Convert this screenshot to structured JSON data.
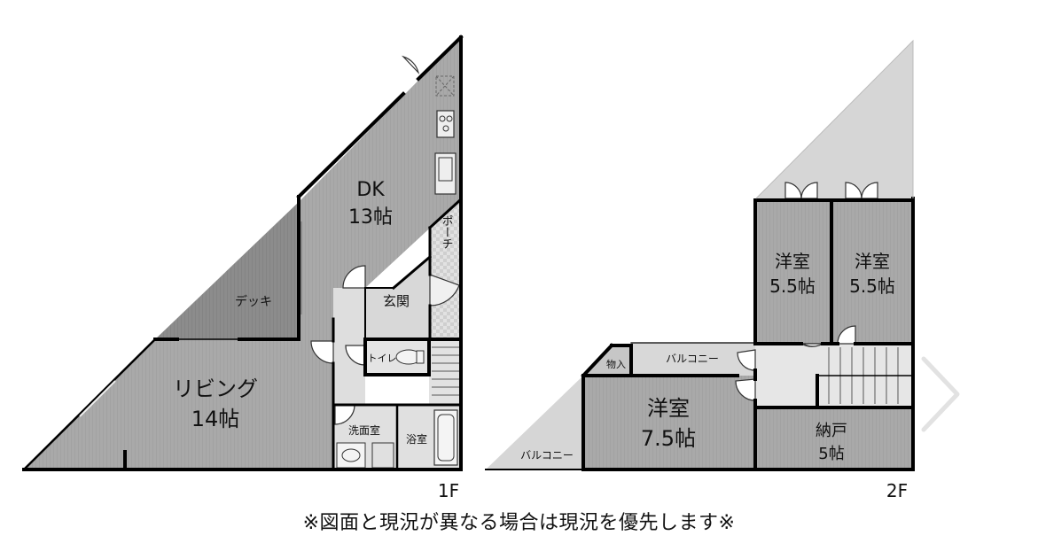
{
  "floor1": {
    "label": "1F",
    "rooms": {
      "dk": {
        "name": "DK",
        "size": "13帖"
      },
      "deck": {
        "name": "デッキ"
      },
      "living": {
        "name": "リビング",
        "size": "14帖"
      },
      "entrance": {
        "name": "玄関"
      },
      "porch": {
        "name": "ポーチ"
      },
      "toilet": {
        "name": "トイレ"
      },
      "washroom": {
        "name": "洗面室"
      },
      "bathroom": {
        "name": "浴室"
      }
    }
  },
  "floor2": {
    "label": "2F",
    "rooms": {
      "western_a": {
        "name": "洋室",
        "size": "5.5帖"
      },
      "western_b": {
        "name": "洋室",
        "size": "5.5帖"
      },
      "storage_small": {
        "name": "物入"
      },
      "balcony_a": {
        "name": "バルコニー"
      },
      "western_c": {
        "name": "洋室",
        "size": "7.5帖"
      },
      "balcony_b": {
        "name": "バルコニー"
      },
      "closet": {
        "name": "納戸",
        "size": "5帖"
      }
    }
  },
  "note": "※図面と現況が異なる場合は現況を優先します※",
  "colors": {
    "floor": "#a8a8a8",
    "deck": "#8e8e8e",
    "wet": "#dcdcdc",
    "balcony": "#d6d6d6",
    "wall": "#000000"
  },
  "icons": {
    "next": "chevron-right-icon"
  }
}
